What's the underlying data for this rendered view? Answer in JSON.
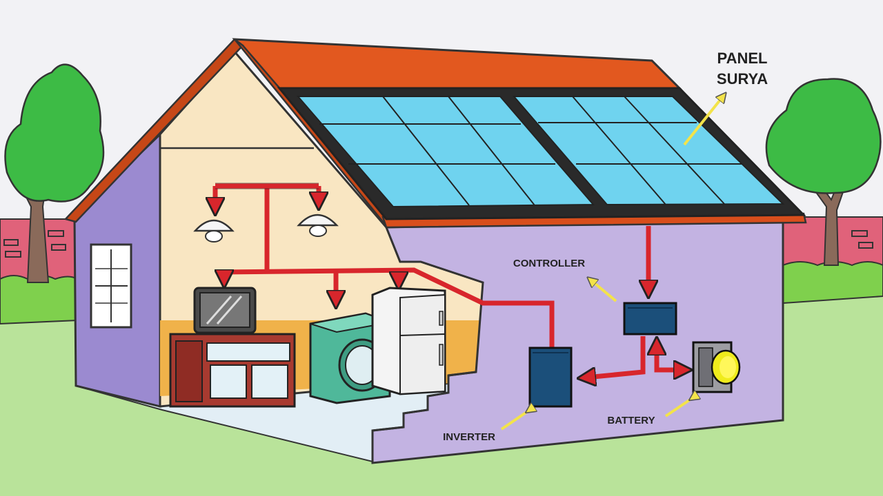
{
  "labels": {
    "panel_line1": "PANEL",
    "panel_line2": "SURYA",
    "controller": "CONTROLLER",
    "inverter": "INVERTER",
    "battery": "BATTERY"
  },
  "colors": {
    "sky": "#f2f2f5",
    "grass": "#b9e39a",
    "roof": "#e2581f",
    "panel": "#6fd3ef",
    "wall_purple": "#b8a9d9",
    "wall_cream": "#f9e6c2",
    "wire": "#d8262c",
    "pointer": "#f3e34a"
  },
  "icons": [
    "tree-icon",
    "lamp-icon",
    "tv-icon",
    "washing-machine-icon",
    "refrigerator-icon",
    "inverter-icon",
    "controller-icon",
    "battery-icon",
    "window-icon"
  ]
}
